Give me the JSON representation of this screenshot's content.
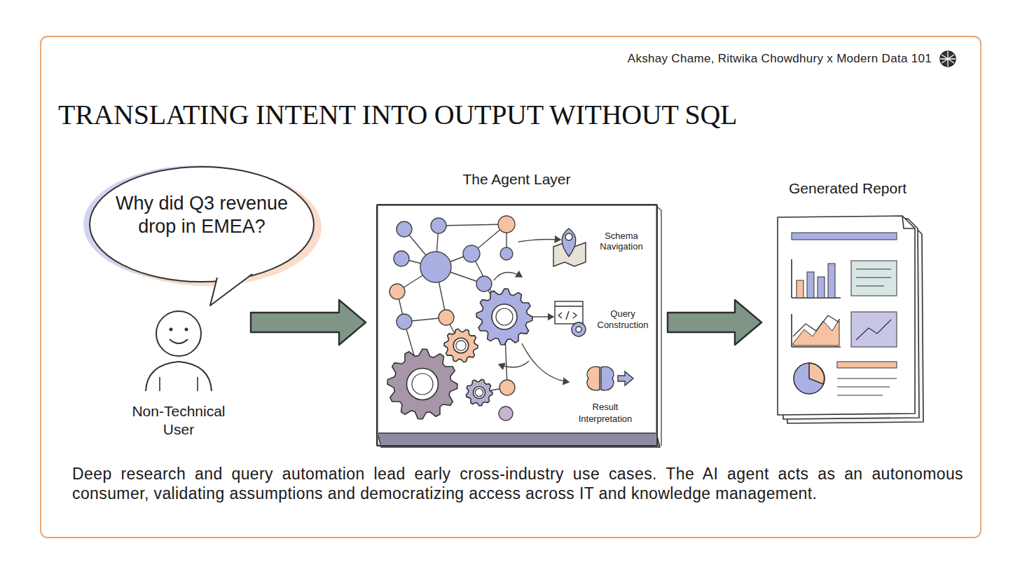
{
  "diagram": {
    "title": "TRANSLATING INTENT INTO OUTPUT WITHOUT SQL",
    "caption": "Deep research and query automation lead early cross-industry use cases. The AI agent acts as an autonomous consumer, validating assumptions and democratizing access across IT and knowledge management.",
    "nodes": [
      {
        "text": [
          "Why did Q3 revenue drop in EMEA?"
        ]
      },
      {
        "text": [
          "Non-Technical User"
        ]
      },
      {
        "text": [
          "The Agent Layer"
        ]
      },
      {
        "text": [
          "Generated Report"
        ]
      }
    ],
    "edges": [
      {
        "from": 1,
        "to": 2,
        "arrow": "to"
      },
      {
        "from": 2,
        "to": 3,
        "arrow": "to"
      }
    ],
    "labels": [
      "Akshay Chame, Ritwika Chowdhury x Modern Data 101",
      "Schema Navigation",
      "Query Construction",
      "Result Interpretation"
    ]
  }
}
